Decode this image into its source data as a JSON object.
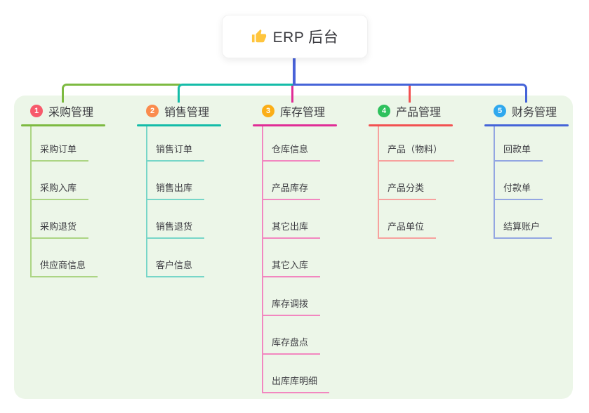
{
  "canvas": {
    "background": "#FFFFFF",
    "panel_color": "#ECF6E8",
    "text_color": "#3B3B40",
    "root_connector_color": "#4962D8"
  },
  "root": {
    "icon": "thumbs-up-icon",
    "icon_color": "#FFC53D",
    "label": "ERP 后台"
  },
  "branches": [
    {
      "number": "1",
      "label": "采购管理",
      "badge_color": "#F75A6B",
      "line_color": "#7DBA41",
      "child_line_color": "#ACD584",
      "children": [
        "采购订单",
        "采购入库",
        "采购退货",
        "供应商信息"
      ]
    },
    {
      "number": "2",
      "label": "销售管理",
      "badge_color": "#FA8B4D",
      "line_color": "#14BCA8",
      "child_line_color": "#77D6C8",
      "children": [
        "销售订单",
        "销售出库",
        "销售退货",
        "客户信息"
      ]
    },
    {
      "number": "3",
      "label": "库存管理",
      "badge_color": "#FBAE17",
      "line_color": "#E02D96",
      "child_line_color": "#F287C0",
      "children": [
        "仓库信息",
        "产品库存",
        "其它出库",
        "其它入库",
        "库存调拨",
        "库存盘点",
        "出库库明细"
      ]
    },
    {
      "number": "4",
      "label": "产品管理",
      "badge_color": "#2EC15D",
      "line_color": "#F25151",
      "child_line_color": "#F7A19E",
      "children": [
        "产品（物料）",
        "产品分类",
        "产品单位"
      ]
    },
    {
      "number": "5",
      "label": "财务管理",
      "badge_color": "#2FA8EE",
      "line_color": "#4564D8",
      "child_line_color": "#93A6E2",
      "children": [
        "回款单",
        "付款单",
        "结算账户"
      ]
    }
  ]
}
